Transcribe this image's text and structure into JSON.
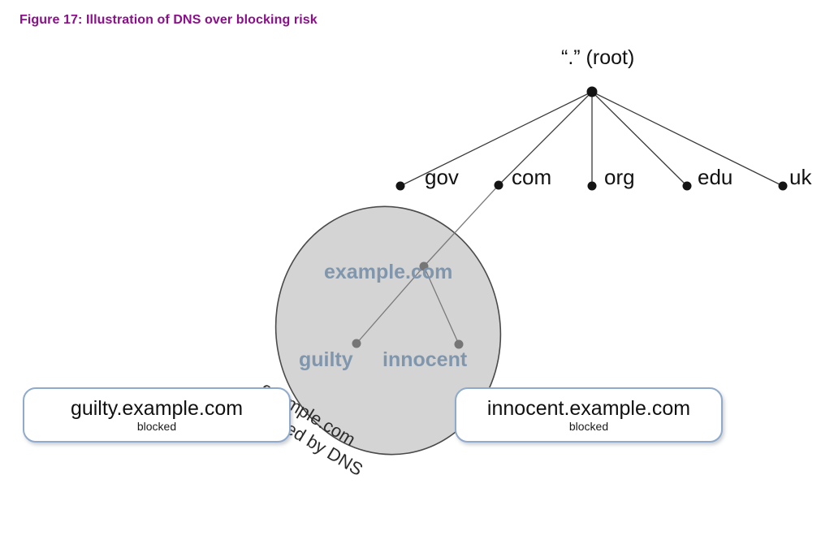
{
  "figure": {
    "title": "Figure 17: Illustration of DNS over blocking risk",
    "title_color": "#8b0f8b"
  },
  "diagram": {
    "type": "dns-tree",
    "root": {
      "label": "“.” (root)",
      "node_name": "root-node"
    },
    "tlds": [
      {
        "label": "gov",
        "name": "gov"
      },
      {
        "label": "com",
        "name": "com"
      },
      {
        "label": "org",
        "name": "org"
      },
      {
        "label": "edu",
        "name": "edu"
      },
      {
        "label": "uk",
        "name": "uk"
      }
    ],
    "zone": {
      "apex_label": "example.com",
      "children": [
        {
          "label": "guilty",
          "name": "guilty"
        },
        {
          "label": "innocent",
          "name": "innocent"
        }
      ],
      "annotation_line1": "example.com",
      "annotation_line2": "blocked by DNS",
      "fill_color": "#d4d4d4",
      "stroke_color": "#4a4a4a",
      "label_color": "#8096ad"
    },
    "callouts": [
      {
        "name": "guilty",
        "title": "guilty.example.com",
        "status": "blocked"
      },
      {
        "name": "innocent",
        "title": "innocent.example.com",
        "status": "blocked"
      }
    ],
    "colors": {
      "edge": "#3a3a3a",
      "zone_edge": "#7a7a7a",
      "node_dot": "#141414",
      "zone_node_dot": "#767676",
      "callout_border": "#8faacb"
    }
  }
}
